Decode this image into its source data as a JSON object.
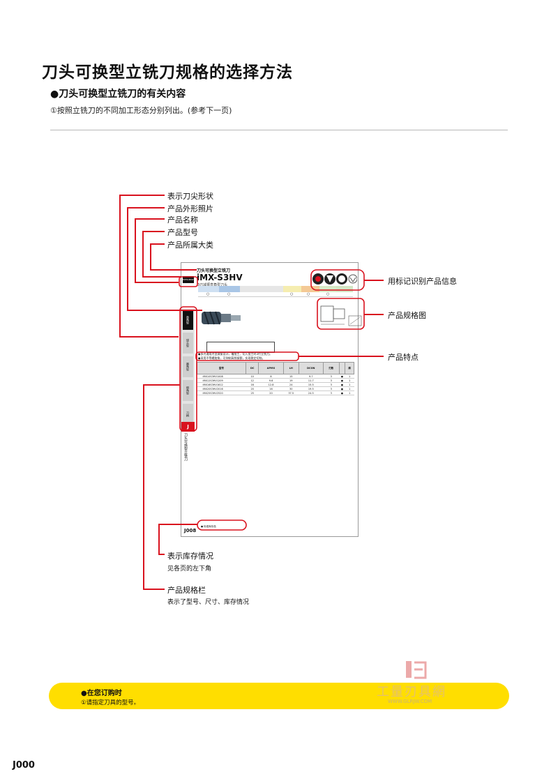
{
  "header": {
    "title": "刀头可换型立铣刀规格的选择方法",
    "section_title": "●刀头可换型立铣刀的有关内容",
    "section_note": "①按照立铣刀的不同加工形态分别列出。(参考下一页)"
  },
  "callouts": {
    "tip_shape": "表示刀尖形状",
    "product_photo": "产品外形照片",
    "product_name": "产品名称",
    "product_model": "产品型号",
    "product_category": "产品所属大类",
    "marks_info": "用标记识别产品信息",
    "spec_drawing": "产品规格图",
    "features": "产品特点",
    "stock_title": "表示库存情况",
    "stock_note": "见各页的左下角",
    "spec_column_title": "产品规格栏",
    "spec_column_note": "表示了型号、尺寸、库存情况"
  },
  "catalog_page": {
    "category": "刀头可换型立铣刀",
    "product_name": "iMX-S3HV",
    "subtitle": "3刃减振直角型刀头",
    "page_number": "J008",
    "red_tab": "J",
    "side_label": "刀头可换型立铣刀",
    "feature_lines": [
      "●多刃通用刃型减振设计，槽加工、切入加工时3刃立铣刀。",
      "●采用不等螺旋角，可抑制高频振颤，实现稳定切削。"
    ],
    "table_headers": [
      "型号",
      "DC",
      "APMX",
      "LH",
      "DCON",
      "刃数",
      "",
      "库"
    ],
    "table_rows": [
      [
        "iMX10S3HV1008",
        "10",
        "8",
        "15",
        "9.7",
        "3",
        "●",
        "1"
      ],
      [
        "iMX12S3HV1209",
        "12",
        "9.6",
        "19",
        "11.7",
        "3",
        "●",
        "1"
      ],
      [
        "iMX16S3HV1612",
        "16",
        "12.8",
        "24",
        "15.5",
        "3",
        "●",
        "1"
      ],
      [
        "iMX20S3HV2016",
        "20",
        "16",
        "30",
        "19.5",
        "3",
        "●",
        "1"
      ],
      [
        "iMX25S3HV2520",
        "25",
        "20",
        "37.5",
        "24.5",
        "3",
        "●",
        "1"
      ]
    ]
  },
  "order": {
    "title": "●在您订购时",
    "note": "①请指定刀具的型号。"
  },
  "watermark": {
    "cn": "工量刃具網",
    "url": "WWW.GLRJW.COM"
  },
  "footer": {
    "page_number": "J000"
  },
  "colors": {
    "callout_line": "#d9121e",
    "band": "#ffde00"
  }
}
